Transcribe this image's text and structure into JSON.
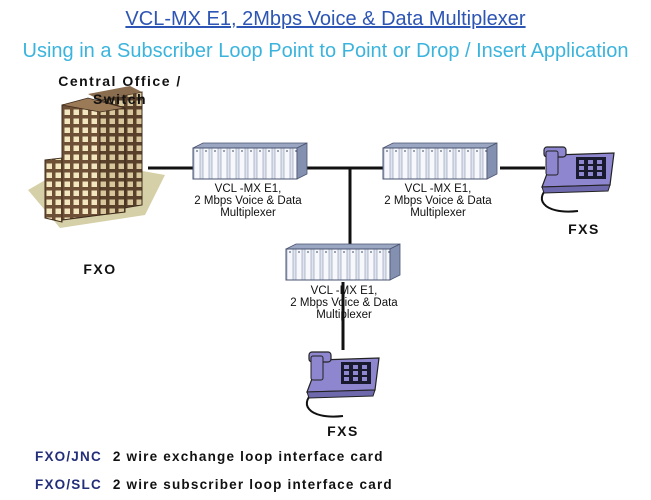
{
  "title": "VCL-MX  E1, 2Mbps Voice & Data Multiplexer",
  "subtitle": "Using in a Subscriber Loop Point to Point or Drop / Insert  Application",
  "central_office": {
    "line1": "Central Office /",
    "line2": "Switch"
  },
  "fxo_label": "FXO",
  "multiplexers": [
    {
      "line1": "VCL -MX E1,",
      "line2": "2 Mbps Voice & Data",
      "line3": "Multiplexer"
    },
    {
      "line1": "VCL -MX E1,",
      "line2": "2 Mbps Voice & Data",
      "line3": "Multiplexer"
    },
    {
      "line1": "VCL -MX E1,",
      "line2": "2 Mbps Voice & Data",
      "line3": "Multiplexer"
    }
  ],
  "fxs_labels": [
    "FXS",
    "FXS"
  ],
  "legend": [
    {
      "code": "FXO/JNC",
      "description": "2 wire exchange loop interface card"
    },
    {
      "code": "FXO/SLC",
      "description": "2 wire subscriber loop interface card"
    }
  ],
  "colors": {
    "title": "#2d55b4",
    "subtitle": "#3bb4dd",
    "legend_code": "#232e78",
    "building": "#7a5c40",
    "phone": "#8e87cf",
    "mux_panel": "#cdd4e4"
  },
  "icons": [
    "building-icon",
    "multiplexer-icon",
    "telephone-icon"
  ]
}
